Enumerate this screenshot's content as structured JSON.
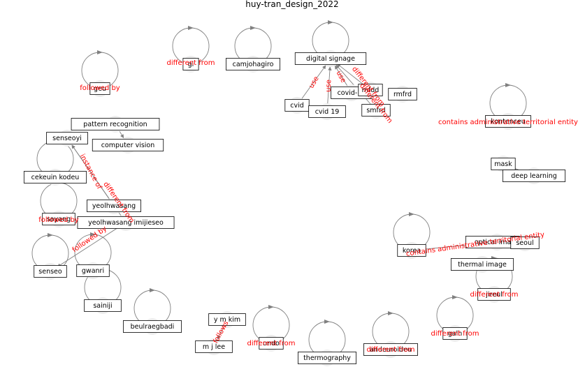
{
  "title": "huy-tran_design_2022",
  "colors": {
    "node_fill": "#eeeeee",
    "edge": "#808080",
    "edge_label": "#ff0000",
    "label_border": "#000000",
    "label_bg": "#ffffff",
    "text": "#000000"
  },
  "nodes": [
    {
      "id": "gi",
      "label": "gi"
    },
    {
      "id": "camjohagiro",
      "label": "camjohagiro"
    },
    {
      "id": "digital_signage",
      "label": "digital signage"
    },
    {
      "id": "geu",
      "label": "geu"
    },
    {
      "id": "cvid",
      "label": "cvid"
    },
    {
      "id": "cvid19",
      "label": "cvid 19"
    },
    {
      "id": "covid19",
      "label": "covid-19"
    },
    {
      "id": "mfdd",
      "label": "mfdd"
    },
    {
      "id": "rmfrd",
      "label": "rmfrd"
    },
    {
      "id": "smfrd",
      "label": "smfrd"
    },
    {
      "id": "kontenceu",
      "label": "kontenceu"
    },
    {
      "id": "pattern_recognition",
      "label": "pattern recognition"
    },
    {
      "id": "senseoyi",
      "label": "senseoyi"
    },
    {
      "id": "computer_vision",
      "label": "computer vision"
    },
    {
      "id": "mask",
      "label": "mask"
    },
    {
      "id": "deep_learning",
      "label": "deep learning"
    },
    {
      "id": "cekeuin_kodeu",
      "label": "cekeuin kodeu"
    },
    {
      "id": "yeolhwasang",
      "label": "yeolhwasang"
    },
    {
      "id": "sayang",
      "label": "sayang"
    },
    {
      "id": "yeolhwasang_imijieseo",
      "label": "yeolhwasang imijieseo"
    },
    {
      "id": "optical_image",
      "label": "optical image"
    },
    {
      "id": "seoul",
      "label": "seoul"
    },
    {
      "id": "korea",
      "label": "korea"
    },
    {
      "id": "senseo",
      "label": "senseo"
    },
    {
      "id": "gwanri",
      "label": "gwanri"
    },
    {
      "id": "thermal_image",
      "label": "thermal image"
    },
    {
      "id": "jireul",
      "label": "jireul"
    },
    {
      "id": "sainiji",
      "label": "sainiji"
    },
    {
      "id": "galh",
      "label": "galh"
    },
    {
      "id": "beulraegbadi",
      "label": "beulraegbadi"
    },
    {
      "id": "ymjkim",
      "label": "y m kim"
    },
    {
      "id": "mjlee",
      "label": "m j lee"
    },
    {
      "id": "ondo",
      "label": "ondo"
    },
    {
      "id": "andeuroideu",
      "label": "andeuroideu"
    },
    {
      "id": "thermography",
      "label": "thermography"
    }
  ],
  "edges": [
    {
      "from": "gi",
      "to": "gi",
      "label": "different from"
    },
    {
      "from": "camjohagiro",
      "to": "camjohagiro",
      "label": ""
    },
    {
      "from": "digital_signage",
      "to": "digital_signage",
      "label": ""
    },
    {
      "from": "geu",
      "to": "geu",
      "label": "followed by"
    },
    {
      "from": "cvid",
      "to": "digital_signage",
      "label": "use"
    },
    {
      "from": "cvid19",
      "to": "digital_signage",
      "label": "use"
    },
    {
      "from": "covid19",
      "to": "digital_signage",
      "label": "use"
    },
    {
      "from": "mfdd",
      "to": "digital_signage",
      "label": "different from"
    },
    {
      "from": "smfrd",
      "to": "digital_signage",
      "label": "different from"
    },
    {
      "from": "kontenceu",
      "to": "kontenceu",
      "label": "contains administrative territorial entity"
    },
    {
      "from": "pattern_recognition",
      "to": "computer_vision",
      "label": ""
    },
    {
      "from": "yeolhwasang",
      "to": "senseoyi",
      "label": "instance of"
    },
    {
      "from": "yeolhwasang_imijieseo",
      "to": "senseoyi",
      "label": "different from"
    },
    {
      "from": "mask",
      "to": "deep_learning",
      "label": ""
    },
    {
      "from": "cekeuin_kodeu",
      "to": "cekeuin_kodeu",
      "label": ""
    },
    {
      "from": "sayang",
      "to": "sayang",
      "label": "followed by"
    },
    {
      "from": "yeolhwasang_imijieseo",
      "to": "senseo",
      "label": "followed by"
    },
    {
      "from": "optical_image",
      "to": "korea",
      "label": "contains administrative territorial entity"
    },
    {
      "from": "korea",
      "to": "korea",
      "label": ""
    },
    {
      "from": "senseo",
      "to": "senseo",
      "label": ""
    },
    {
      "from": "gwanri",
      "to": "gwanri",
      "label": ""
    },
    {
      "from": "jireul",
      "to": "jireul",
      "label": "different from"
    },
    {
      "from": "sainiji",
      "to": "sainiji",
      "label": ""
    },
    {
      "from": "galh",
      "to": "galh",
      "label": "different from"
    },
    {
      "from": "beulraegbadi",
      "to": "beulraegbadi",
      "label": ""
    },
    {
      "from": "ymjkim",
      "to": "mjlee",
      "label": "follows"
    },
    {
      "from": "ondo",
      "to": "ondo",
      "label": "different from"
    },
    {
      "from": "andeuroideu",
      "to": "andeuroideu",
      "label": "different from"
    },
    {
      "from": "thermography",
      "to": "thermography",
      "label": ""
    }
  ]
}
